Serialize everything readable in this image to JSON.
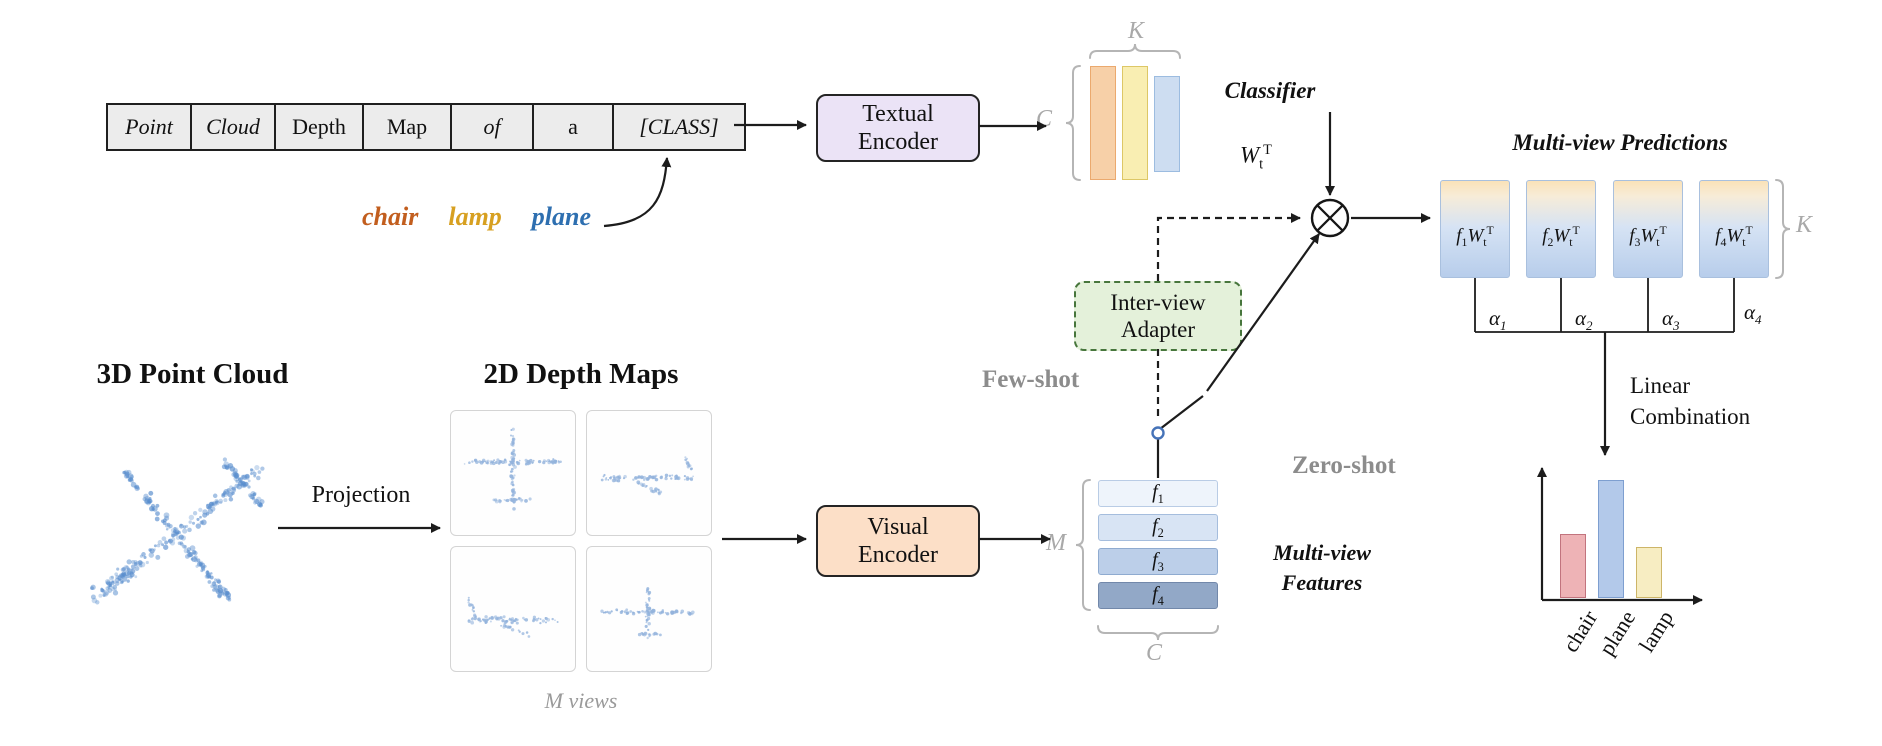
{
  "prompt": {
    "tokens": [
      "Point",
      "Cloud",
      "Depth",
      "Map",
      "of",
      "a",
      "[CLASS]"
    ],
    "class_words": [
      {
        "text": "chair",
        "color": "#c25e1e"
      },
      {
        "text": "lamp",
        "color": "#d7a021"
      },
      {
        "text": "plane",
        "color": "#2e6fb0"
      }
    ]
  },
  "textual_encoder": {
    "line1": "Textual",
    "line2": "Encoder"
  },
  "visual_encoder": {
    "line1": "Visual",
    "line2": "Encoder"
  },
  "adapter": {
    "line1": "Inter-view",
    "line2": "Adapter"
  },
  "classifier": {
    "label": "Classifier",
    "w": "W",
    "w_sub": "t",
    "w_sup": "T",
    "dim_k": "K",
    "dim_c": "C"
  },
  "paths": {
    "few_shot": "Few-shot",
    "zero_shot": "Zero-shot"
  },
  "features": {
    "rows": [
      {
        "sym": "f",
        "sub": "1"
      },
      {
        "sym": "f",
        "sub": "2"
      },
      {
        "sym": "f",
        "sub": "3"
      },
      {
        "sym": "f",
        "sub": "4"
      }
    ],
    "dim_m": "M",
    "dim_c": "C",
    "caption_line1": "Multi-view",
    "caption_line2": "Features"
  },
  "predictions": {
    "title": "Multi-view Predictions",
    "dim_k": "K",
    "boxes": [
      {
        "f": "f",
        "f_sub": "1",
        "w": "W",
        "w_sub": "t",
        "w_sup": "T"
      },
      {
        "f": "f",
        "f_sub": "2",
        "w": "W",
        "w_sub": "t",
        "w_sup": "T"
      },
      {
        "f": "f",
        "f_sub": "3",
        "w": "W",
        "w_sub": "t",
        "w_sup": "T"
      },
      {
        "f": "f",
        "f_sub": "4",
        "w": "W",
        "w_sub": "t",
        "w_sup": "T"
      }
    ],
    "alphas": [
      {
        "sym": "α",
        "sub": "1"
      },
      {
        "sym": "α",
        "sub": "2"
      },
      {
        "sym": "α",
        "sub": "3"
      },
      {
        "sym": "α",
        "sub": "4"
      }
    ]
  },
  "combination": {
    "line1": "Linear",
    "line2": "Combination"
  },
  "left_panel": {
    "pointcloud_title": "3D Point Cloud",
    "projection_label": "Projection",
    "depthmaps_title": "2D Depth Maps",
    "views_caption": "M views"
  },
  "chart_data": {
    "type": "bar",
    "categories": [
      "chair",
      "plane",
      "lamp"
    ],
    "values": [
      0.5,
      0.92,
      0.4
    ],
    "value_scale": "relative bar heights; no numeric axis shown",
    "colors": [
      "#eeb3b6",
      "#b3c9ea",
      "#f7edc2"
    ],
    "title": "",
    "xlabel": "",
    "ylabel": ""
  }
}
